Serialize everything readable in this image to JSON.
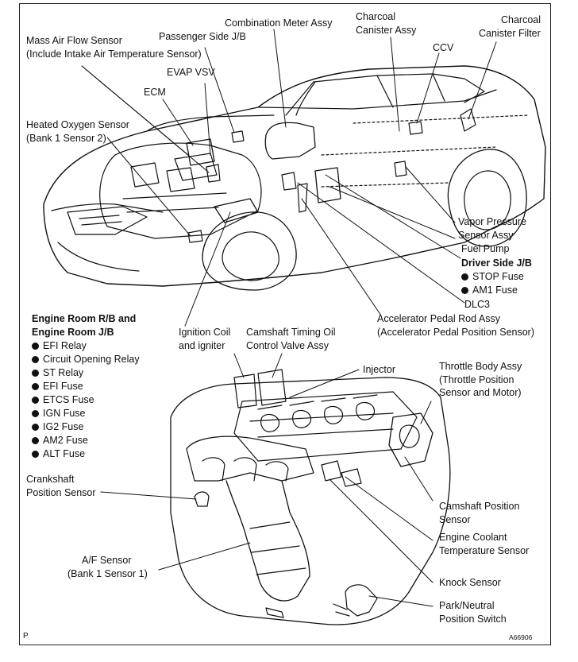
{
  "labels": {
    "combination_meter": "Combination Meter Assy",
    "charcoal_canister": [
      "Charcoal",
      "Canister Assy"
    ],
    "charcoal_canister_filter": [
      "Charcoal",
      "Canister Filter"
    ],
    "maf_sensor": [
      "Mass Air Flow Sensor",
      "(Include Intake Air Temperature Sensor)"
    ],
    "passenger_jb": "Passenger Side J/B",
    "ccv": "CCV",
    "evap_vsv": "EVAP VSV",
    "ecm": "ECM",
    "heated_o2": [
      "Heated Oxygen Sensor",
      "(Bank 1 Sensor 2)"
    ],
    "vapor_pressure": [
      "Vapor Pressure",
      "Sensor Assy"
    ],
    "fuel_pump": "Fuel Pump",
    "driver_jb": {
      "title": "Driver Side J/B",
      "items": [
        "STOP Fuse",
        "AM1 Fuse"
      ]
    },
    "dlc3": "DLC3",
    "engine_room": {
      "title": [
        "Engine Room R/B and",
        "Engine Room J/B"
      ],
      "items": [
        "EFI Relay",
        "Circuit Opening Relay",
        "ST Relay",
        "EFI Fuse",
        "ETCS Fuse",
        "IGN Fuse",
        "IG2 Fuse",
        "AM2 Fuse",
        "ALT Fuse"
      ]
    },
    "accel_pedal": [
      "Accelerator Pedal Rod Assy",
      "(Accelerator Pedal Position Sensor)"
    ],
    "ignition_coil": [
      "Ignition Coil",
      "and igniter"
    ],
    "camshaft_ocv": [
      "Camshaft Timing Oil",
      "Control Valve Assy"
    ],
    "injector": "Injector",
    "throttle_body": [
      "Throttle Body Assy",
      "(Throttle Position",
      "Sensor and Motor)"
    ],
    "crankshaft": [
      "Crankshaft",
      "Position Sensor"
    ],
    "camshaft_pos": [
      "Camshaft Position",
      "Sensor"
    ],
    "coolant_temp": [
      "Engine Coolant",
      "Temperature Sensor"
    ],
    "af_sensor": [
      "A/F Sensor",
      "(Bank 1 Sensor 1)"
    ],
    "knock_sensor": "Knock Sensor",
    "park_neutral": [
      "Park/Neutral",
      "Position Switch"
    ]
  },
  "corner": {
    "left": "P",
    "right": "A66906"
  }
}
